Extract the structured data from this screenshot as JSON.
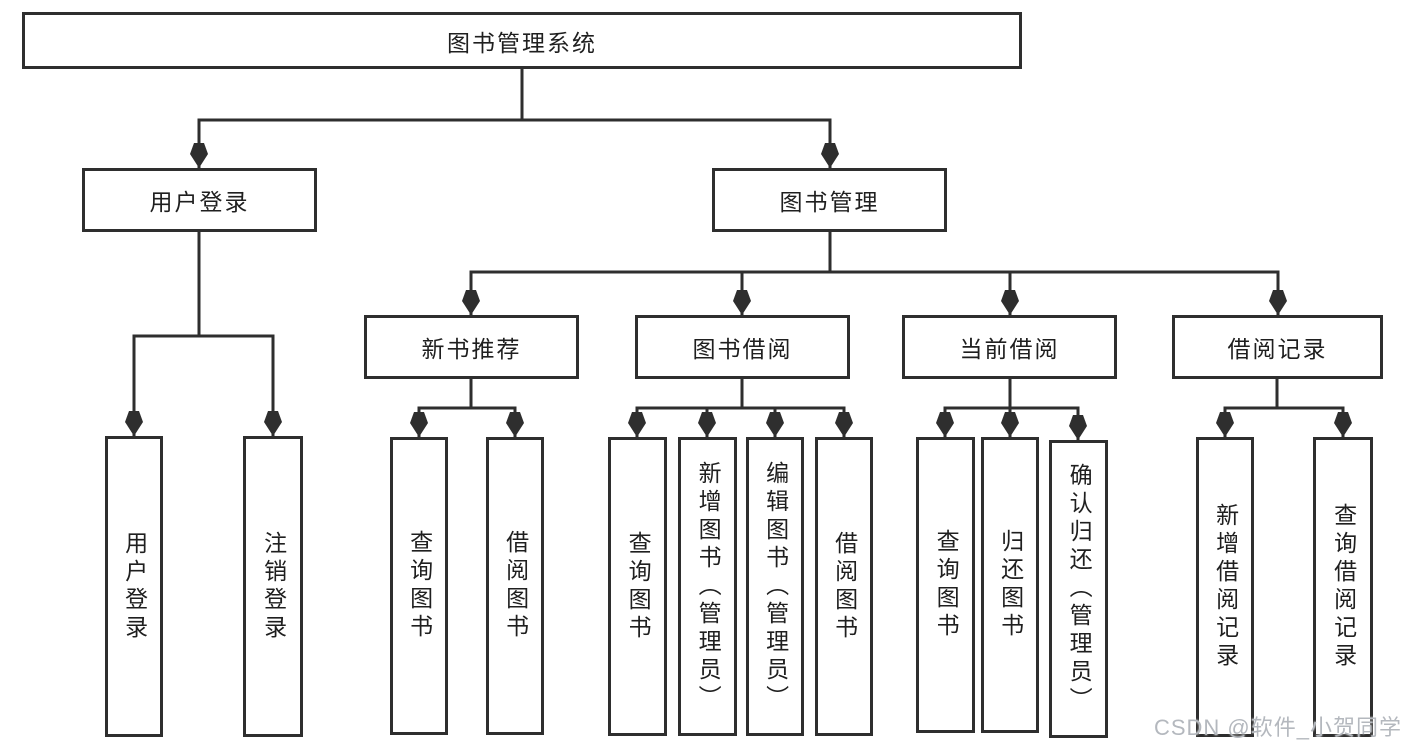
{
  "colors": {
    "line": "#2e2e2e",
    "box_border": "#2e2e2e",
    "text": "#1f1f1f",
    "watermark": "#b4b8be",
    "background": "#ffffff"
  },
  "watermark": {
    "text": "CSDN @软件_小贺同学"
  },
  "tree": {
    "root": {
      "label": "图书管理系统",
      "children": [
        {
          "label": "用户登录",
          "children": [
            {
              "label": "用户登录"
            },
            {
              "label": "注销登录"
            }
          ]
        },
        {
          "label": "图书管理",
          "children": [
            {
              "label": "新书推荐",
              "children": [
                {
                  "label": "查询图书"
                },
                {
                  "label": "借阅图书"
                }
              ]
            },
            {
              "label": "图书借阅",
              "children": [
                {
                  "label": "查询图书"
                },
                {
                  "label": "新增图书（管理员）"
                },
                {
                  "label": "编辑图书（管理员）"
                },
                {
                  "label": "借阅图书"
                }
              ]
            },
            {
              "label": "当前借阅",
              "children": [
                {
                  "label": "查询图书"
                },
                {
                  "label": "归还图书"
                },
                {
                  "label": "确认归还（管理员）"
                }
              ]
            },
            {
              "label": "借阅记录",
              "children": [
                {
                  "label": "新增借阅记录"
                },
                {
                  "label": "查询借阅记录"
                }
              ]
            }
          ]
        }
      ]
    }
  }
}
